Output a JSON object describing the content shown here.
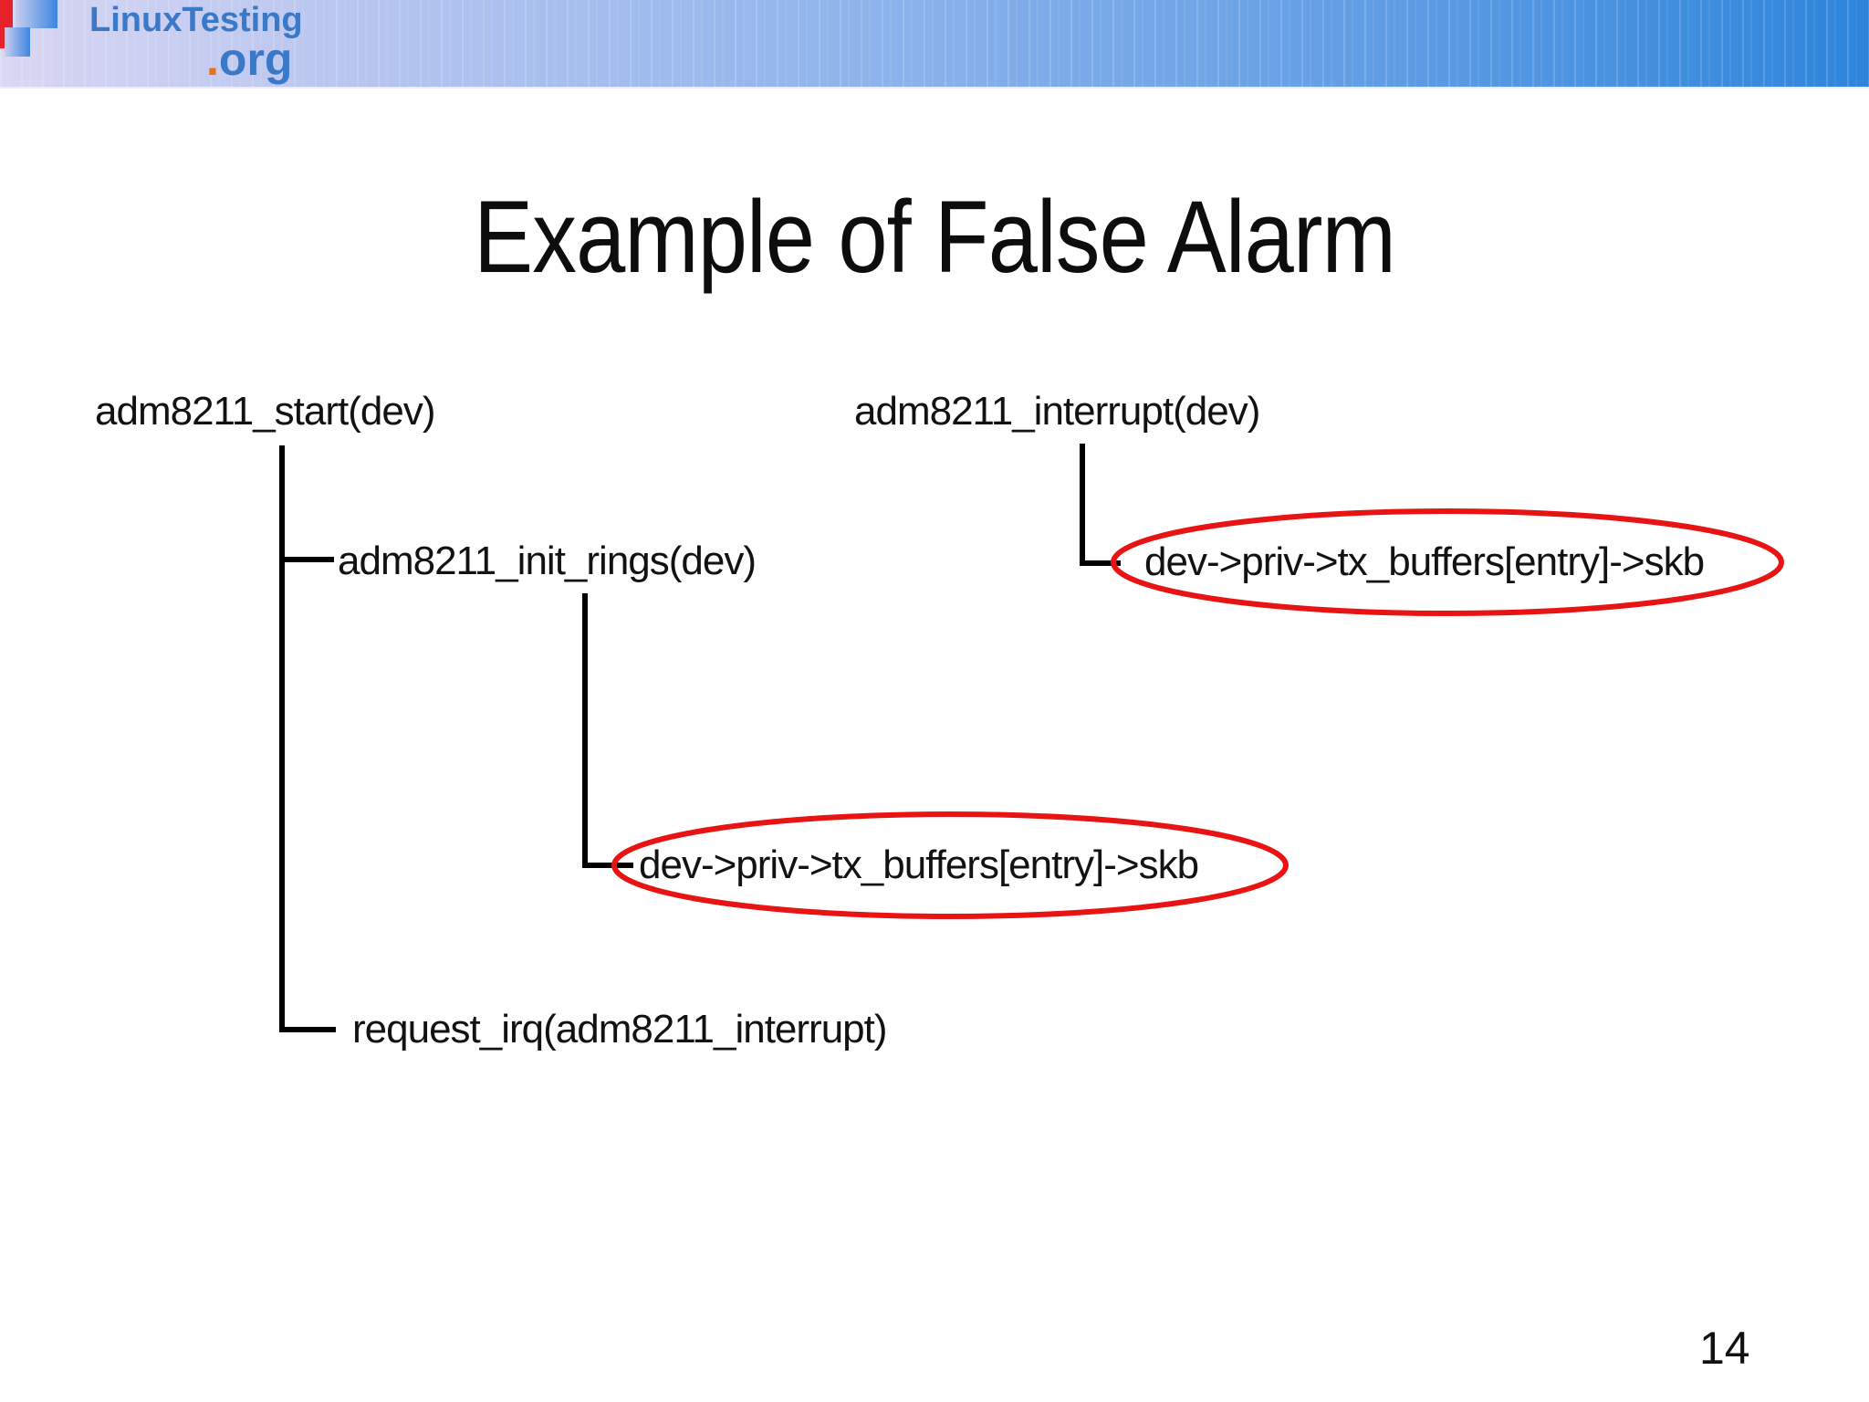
{
  "page": {
    "number": "14"
  },
  "logo": {
    "brand": "LinuxTesting",
    "dot": ".",
    "tld": "org",
    "blue": "#3a78c8",
    "orange": "#ee7010",
    "red_accent": "#e62129"
  },
  "banner": {
    "gradient_left": "#dad7f3",
    "gradient_mid": "#90b5ec",
    "gradient_right": "#2d85db"
  },
  "title": {
    "text": "Example of False Alarm"
  },
  "diagram": {
    "line_color": "#000000",
    "highlight_color": "#e81414",
    "left_tree": {
      "root": "adm8211_start(dev)",
      "children": [
        {
          "label": "adm8211_init_rings(dev)",
          "children": [
            {
              "label": "dev->priv->tx_buffers[entry]->skb",
              "highlighted": true
            }
          ]
        },
        {
          "label": "request_irq(adm8211_interrupt)"
        }
      ]
    },
    "right_tree": {
      "root": "adm8211_interrupt(dev)",
      "children": [
        {
          "label": "dev->priv->tx_buffers[entry]->skb",
          "highlighted": true
        }
      ]
    }
  }
}
